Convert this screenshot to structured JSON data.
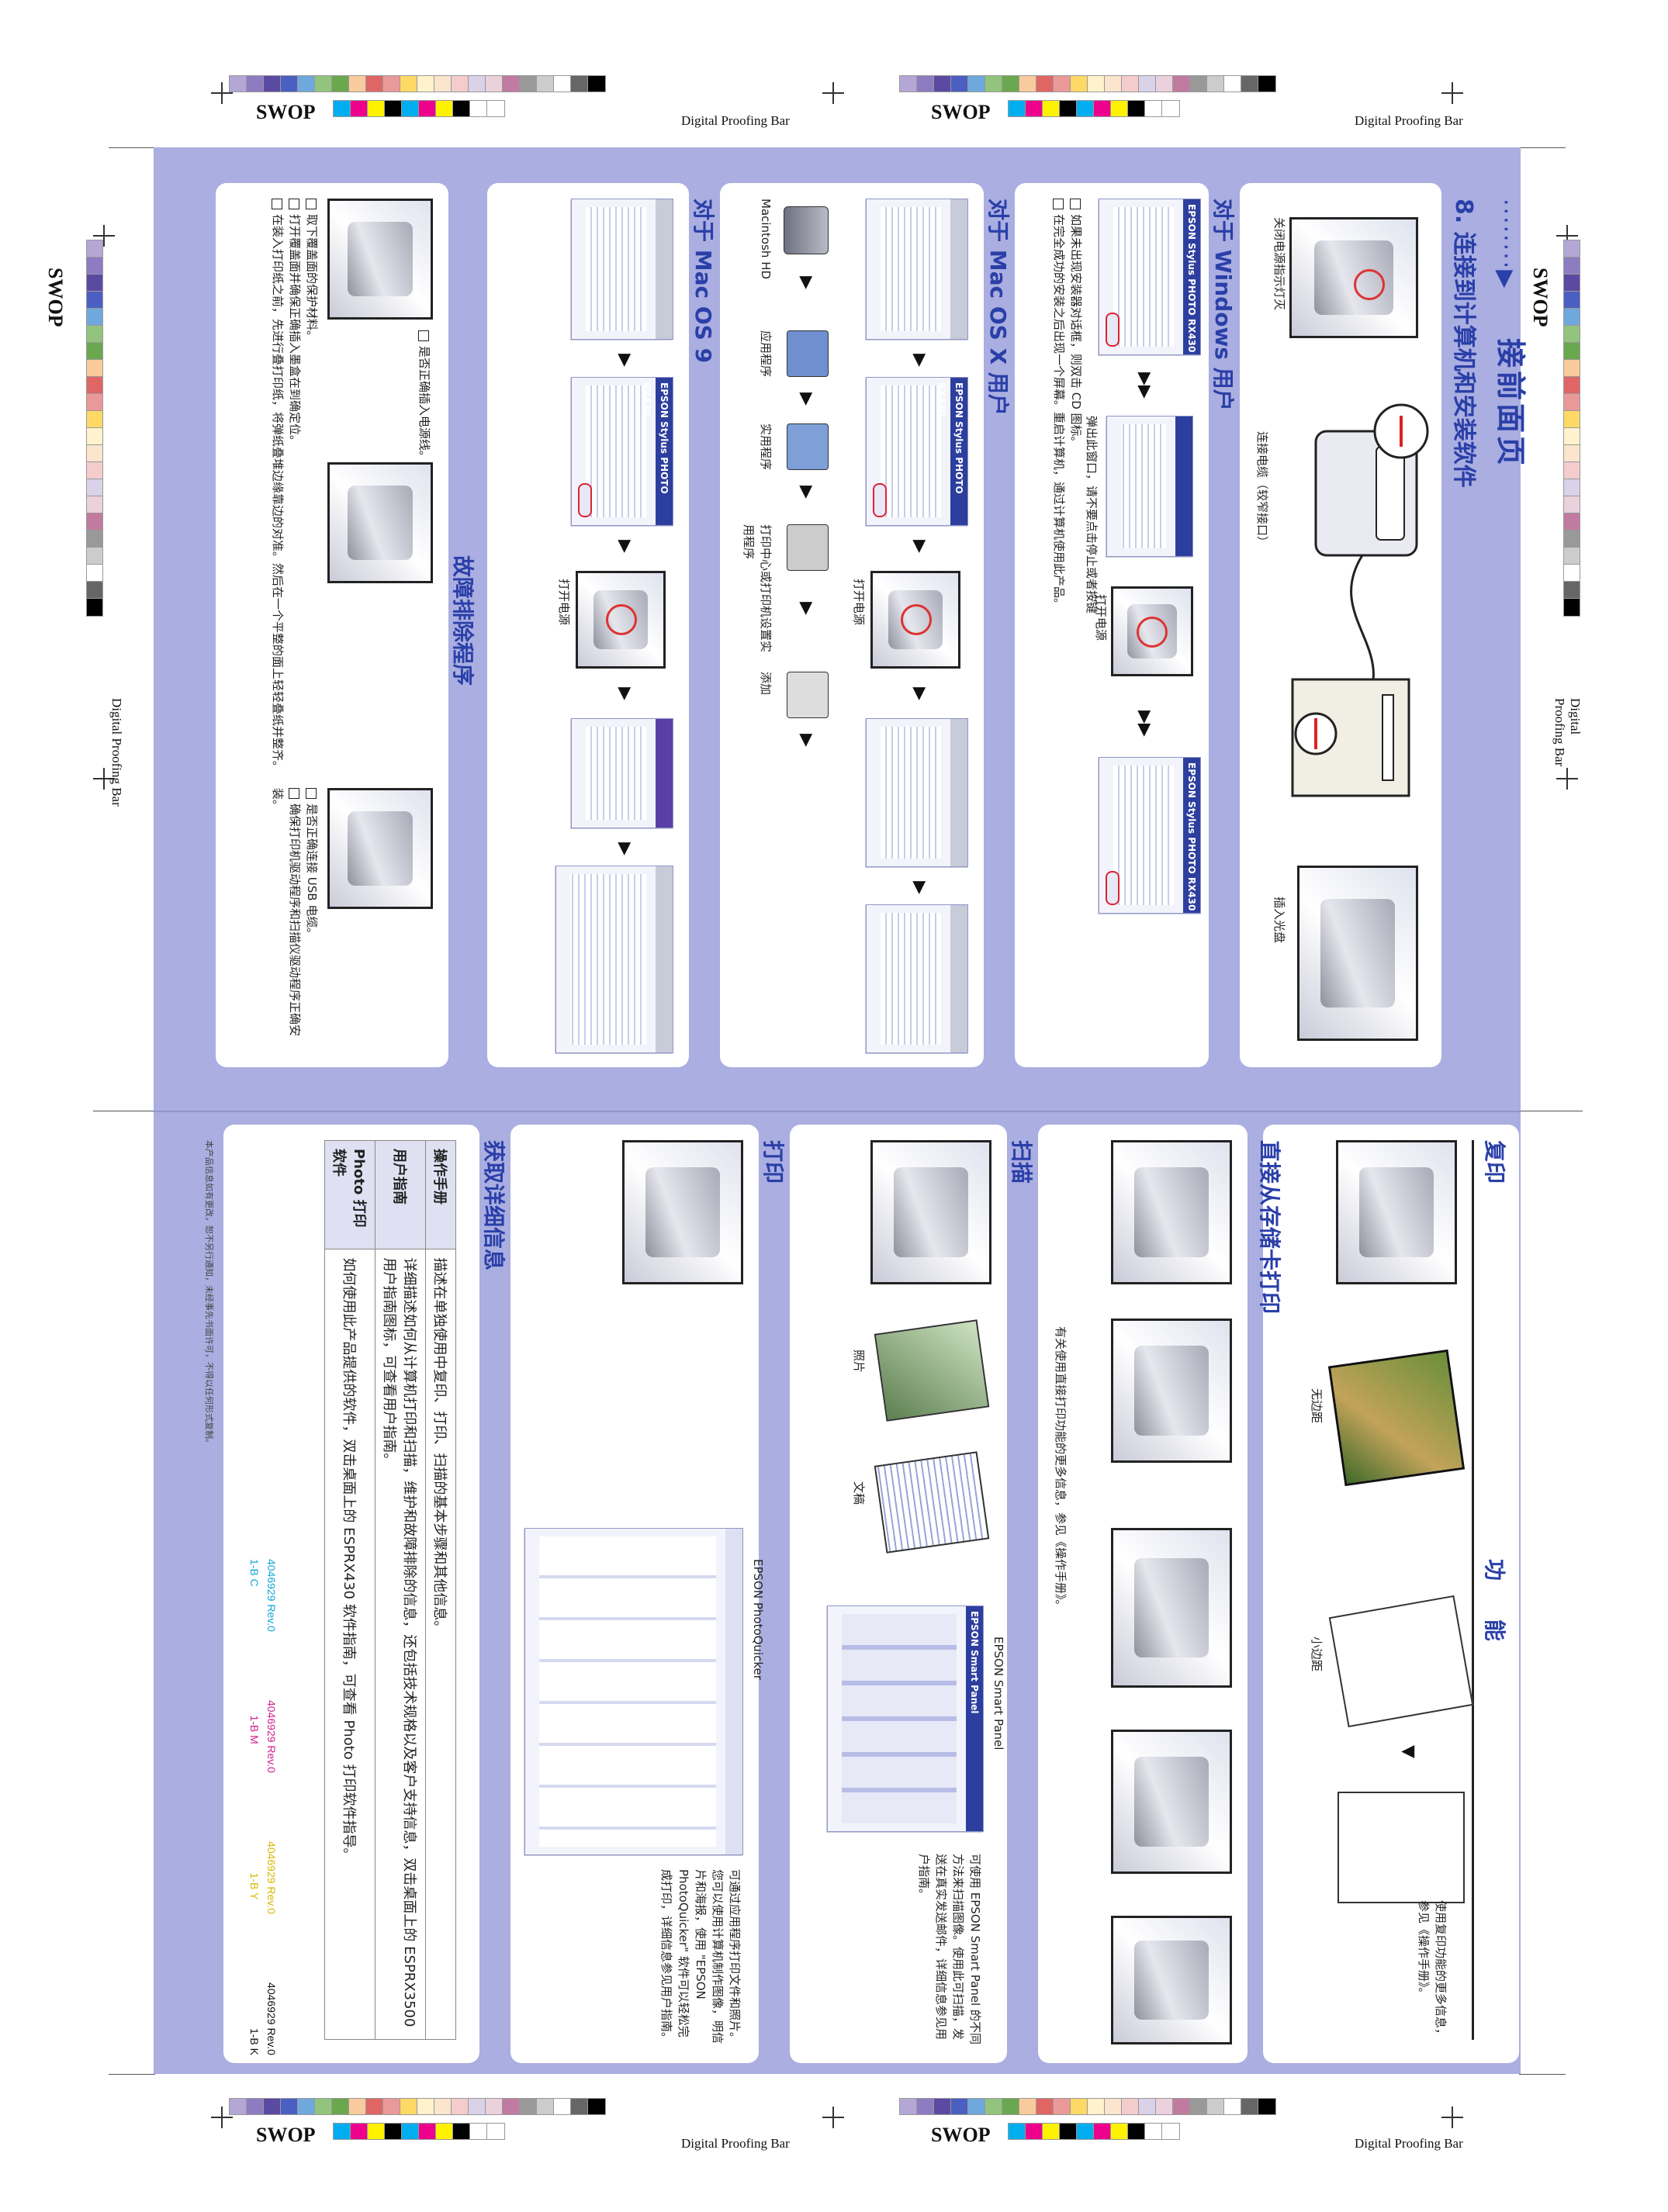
{
  "proof": {
    "swop": "SWOP",
    "digital_proofing_bar": "Digital Proofing Bar"
  },
  "colors": {
    "sheet_bg": "#aaaee0",
    "title_blue": "#2a3fa8",
    "swatch_row": [
      "#b4a7d6",
      "#8e7cc3",
      "#5b4aa2",
      "#4a5fc1",
      "#6fa8dc",
      "#93c47d",
      "#6aa84f",
      "#f9cb9c",
      "#e06666",
      "#ea9999",
      "#ffd966",
      "#fff2cc",
      "#fce5cd",
      "#f4cccc",
      "#d9d2e9",
      "#ead1dc",
      "#c27ba0",
      "#999999",
      "#cccccc",
      "#ffffff",
      "#666666",
      "#000000"
    ]
  },
  "top": {
    "arrow_title": "接前面页",
    "section_title": "8. 连接到计算机和安装软件",
    "windows": {
      "title": "对于 Windows 用户",
      "caption_power_off": "关闭电源指示灯灭",
      "caption_usb": "连接电缆（较窄接口）",
      "caption_cd": "插入光盘",
      "note1": "如果未出现安装器对话框，则双击 CD 图标。",
      "note2": "在完全成功的安装之后出现一个屏幕。重启计算机，通过计算机使用此产品。",
      "caption_popup": "弹出此窗口，请不要点击停止或者按键",
      "caption_power_on": "打开电源"
    },
    "macosx": {
      "title": "对于 Mac OS X 用户",
      "steps": [
        "Macintosh HD",
        "应用程序",
        "实用程序",
        "打印中心或打印机设置实用程序",
        "添加"
      ],
      "caption_power_on": "打开电源"
    },
    "macos9": {
      "title": "对于 Mac OS 9",
      "caption_power_on": "打开电源"
    },
    "trouble": {
      "title": "故障排除程序",
      "items": [
        "是否正确插入电源线。",
        "取下覆盖面的保护材料。",
        "打开覆盖面并确保正确插入墨盒在到确定位。",
        "在装入打印纸之前，先进行叠打印纸，将弹纸叠堆边缘靠边的对准。然后在一个平整的面上轻轻叠纸并整齐。",
        "是否正确连接 USB 电缆。",
        "确保打印机驱动程序和扫描仪驱动程序正确安装。"
      ]
    }
  },
  "bottom": {
    "functions_title": "功 能",
    "copy": {
      "title": "复印",
      "borderless": "无边距",
      "small_margin": "小边距",
      "note": "使用复印功能的更多信息，参见《操作手册》。"
    },
    "card_print": {
      "title": "直接从存储卡打印",
      "note": "有关使用直接打印功能的更多信息，参见《操作手册》。"
    },
    "scan": {
      "title": "扫描",
      "photo": "照片",
      "document": "文稿",
      "app": "EPSON Smart Panel",
      "desc": "可使用 EPSON Smart Panel 的不同方法来扫描图像。使用此可扫描，发送在真实发送邮件，详细信息参见用户指南。"
    },
    "print": {
      "title": "打印",
      "app": "EPSON PhotoQuicker",
      "desc": "可通过应用程序打印文件和照片。您可以使用计算机制作图像，明信片和海报，使用 \"EPSON PhotoQuicker\" 软件可以轻松完成打印，详细信息参见用户指南。"
    },
    "details": {
      "title": "获取详细信息",
      "rows": [
        {
          "name": "操作手册",
          "desc": "描述在单独使用中复印、打印、扫描的基本步骤和其他信息。"
        },
        {
          "name": "用户指南",
          "desc": "详细描述如何从计算机打印和扫描，维护和故障排除的信息，还包括技术规格以及客户支持信息，双击桌面上的 ESPRX3500 用户指南图标，可查看用户指南。"
        },
        {
          "name": "Photo 打印软件",
          "desc": "如何使用此产品提供的软件，双击桌面上的 ESPRX430 软件指南，可查看 Photo 打印软件指导。"
        }
      ]
    },
    "footer_cmyk": [
      "4046929 Rev.0",
      "4046929 Rev.0",
      "4046929 Rev.0",
      "4046929 Rev.0"
    ],
    "footer_sides": [
      "1-B   C",
      "1-B   M",
      "1-B   Y",
      "1-B   K"
    ],
    "disclaimer": "本产品信息如有更改，恕不另行通知，未经事先书面许可，不得以任何形式复制。"
  }
}
